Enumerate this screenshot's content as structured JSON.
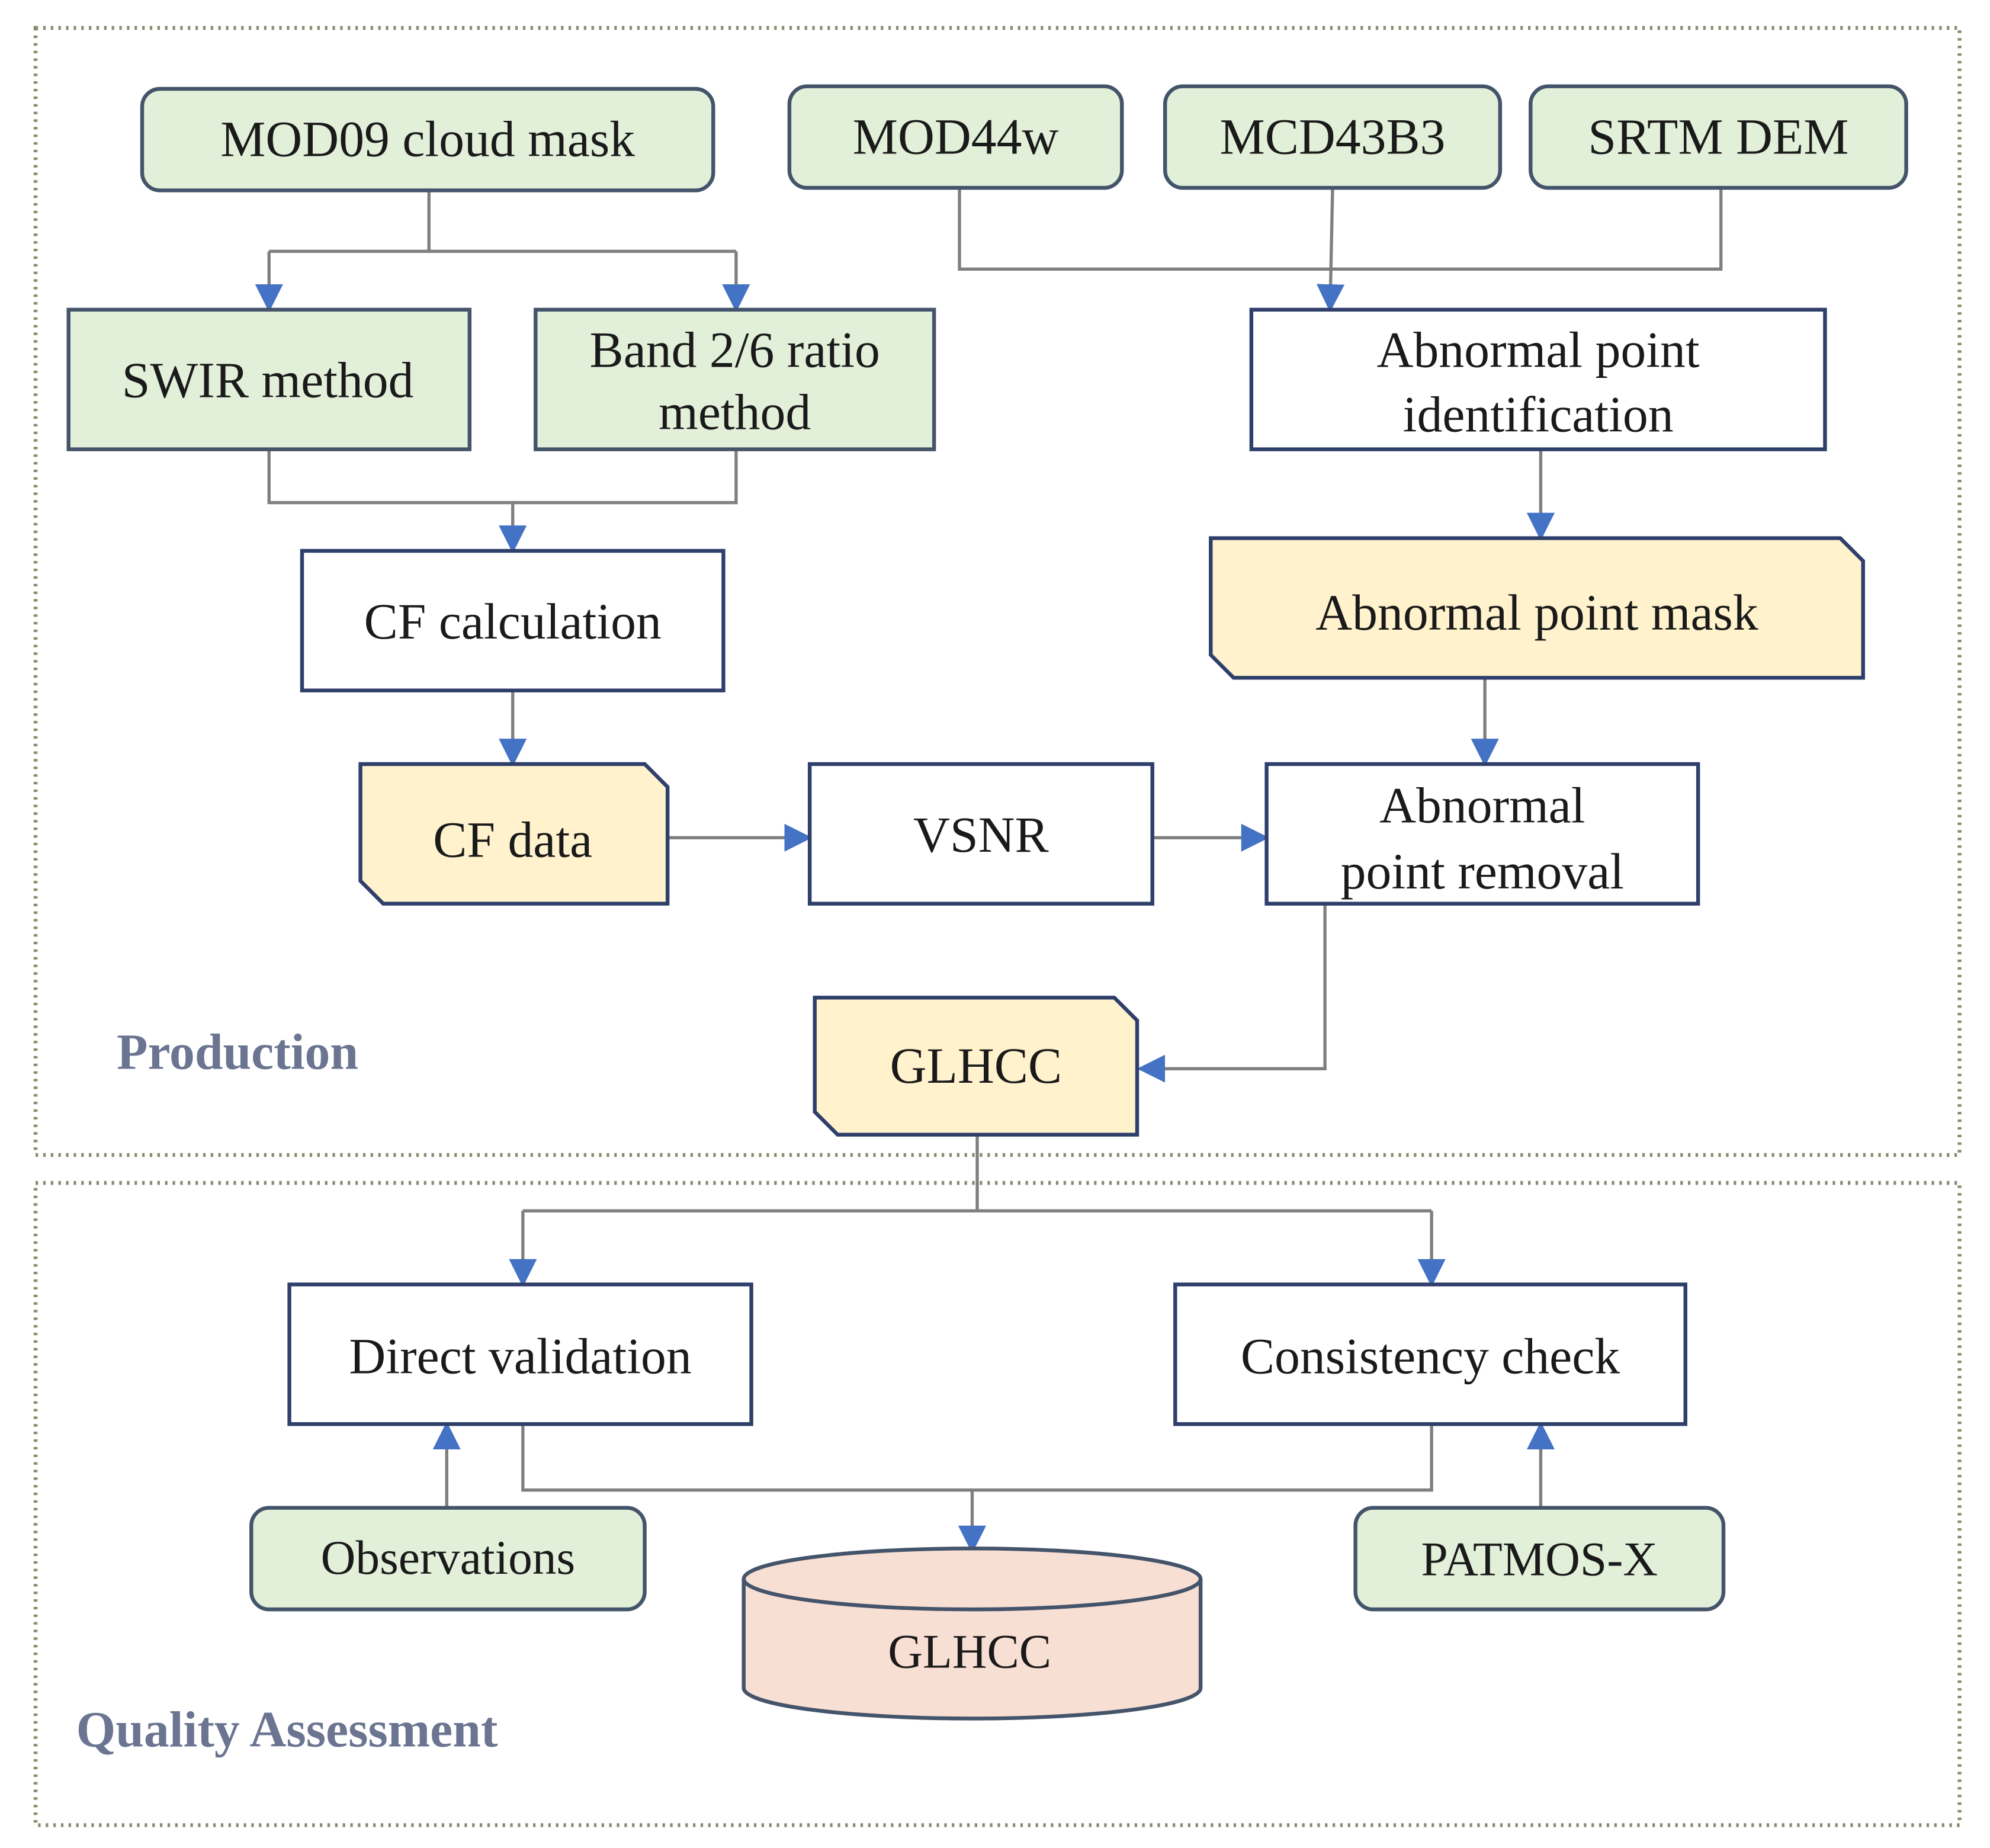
{
  "sections": {
    "production": "Production",
    "quality_assessment": "Quality Assessment"
  },
  "nodes": {
    "mod09": "MOD09 cloud mask",
    "mod44w": "MOD44w",
    "mcd43b3": "MCD43B3",
    "srtm": "SRTM DEM",
    "swir": "SWIR method",
    "band_ratio_line1": "Band 2/6 ratio",
    "band_ratio_line2": "method",
    "abnormal_id_line1": "Abnormal point",
    "abnormal_id_line2": "identification",
    "cf_calc": "CF calculation",
    "abnormal_mask": "Abnormal point mask",
    "cf_data": "CF data",
    "vsnr": "VSNR",
    "abnormal_removal_line1": "Abnormal",
    "abnormal_removal_line2": "point removal",
    "glhcc_doc": "GLHCC",
    "direct_validation": "Direct validation",
    "consistency_check": "Consistency check",
    "observations": "Observations",
    "patmos": "PATMOS-X",
    "glhcc_db": "GLHCC"
  },
  "colors": {
    "input_fill": "#e2efd9",
    "process_fill": "#ffffff",
    "output_fill": "#fff2cc",
    "database_fill": "#f8dfd4",
    "arrow": "#4472c4",
    "section_label": "#6b7591"
  }
}
